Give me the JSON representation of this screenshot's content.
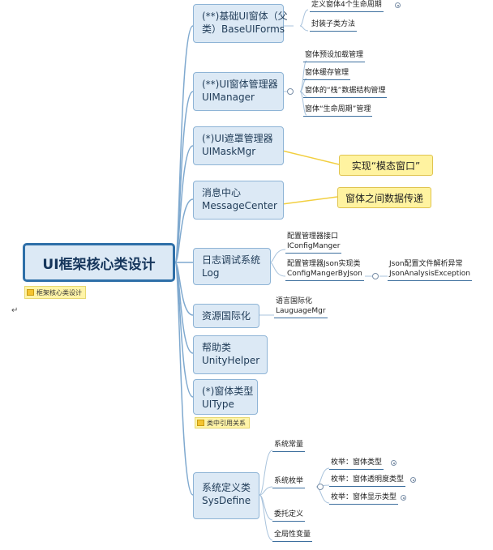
{
  "root": {
    "title": "UI框架核心类设计",
    "note": "框架核心类设计"
  },
  "branches": [
    {
      "lines": [
        "(**)基础UI窗体（父",
        "类）BaseUIForms"
      ],
      "children": [
        {
          "label": "定义窗体4个生命周期",
          "expand": true
        },
        {
          "label": "封装子类方法"
        }
      ]
    },
    {
      "lines": [
        "(**)UI窗体管理器",
        "UIManager"
      ],
      "children": [
        {
          "label": "窗体预设加载管理"
        },
        {
          "label": "窗体缓存管理"
        },
        {
          "label": "窗体的“栈”数据结构管理"
        },
        {
          "label": "窗体“生命周期”管理"
        }
      ]
    },
    {
      "lines": [
        "(*)UI遮罩管理器",
        "UIMaskMgr"
      ],
      "callout": "实现“模态窗口”"
    },
    {
      "lines": [
        "消息中心",
        "MessageCenter"
      ],
      "callout": "窗体之间数据传递"
    },
    {
      "lines": [
        "日志调试系统",
        "Log"
      ],
      "children": [
        {
          "lines": [
            "配置管理器接口",
            "IConfigManger"
          ]
        },
        {
          "lines": [
            "配置管理器Json实现类",
            "ConfigMangerByJson"
          ],
          "children": [
            {
              "lines": [
                "Json配置文件解析异常",
                "JsonAnalysisException"
              ]
            }
          ]
        }
      ]
    },
    {
      "lines": [
        "资源国际化"
      ],
      "children": [
        {
          "lines": [
            "语言国际化",
            "LauguageMgr"
          ]
        }
      ]
    },
    {
      "lines": [
        "帮助类",
        "UnityHelper"
      ]
    },
    {
      "lines": [
        "(*)窗体类型",
        "UIType"
      ],
      "note": "类中引用关系"
    },
    {
      "lines": [
        "系统定义类",
        "SysDefine"
      ],
      "children": [
        {
          "label": "系统常量"
        },
        {
          "label": "系统枚举",
          "children": [
            {
              "label": "枚举：窗体类型",
              "expand": true
            },
            {
              "label": "枚举：窗体透明度类型",
              "expand": true
            },
            {
              "label": "枚举：窗体显示类型",
              "expand": true
            }
          ]
        },
        {
          "label": "委托定义"
        },
        {
          "label": "全局性变量"
        }
      ]
    }
  ],
  "colors": {
    "connector": "#7fa9cf",
    "leaf_underline": "#3d6f9e",
    "callout_line": "#f2cf40"
  }
}
